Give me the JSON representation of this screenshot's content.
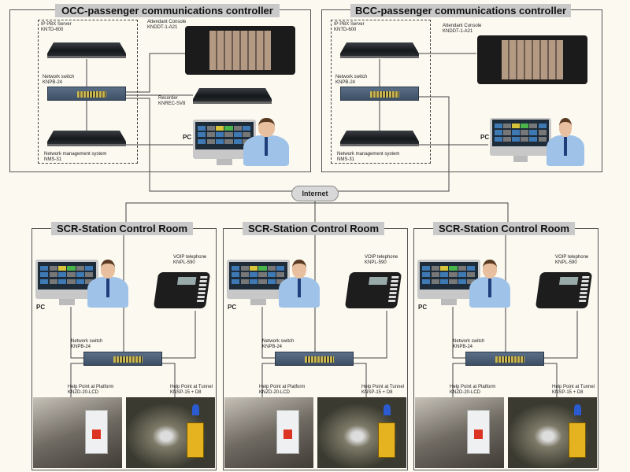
{
  "occ": {
    "title": "OCC-passenger communications controller",
    "ip_pbx": [
      "IP PBX Server",
      "KNTD-600"
    ],
    "console": [
      "Attendant Console",
      "KNDDT-1-A21"
    ],
    "switch": [
      "Network switch",
      "KNPB-24"
    ],
    "recorder": [
      "Recorder",
      "KNREC-SV8"
    ],
    "nms": [
      "Network management system",
      "NMS-31"
    ],
    "pc": "PC"
  },
  "bcc": {
    "title": "BCC-passenger communications controller",
    "ip_pbx": [
      "IP PBX Server",
      "KNTD-600"
    ],
    "console": [
      "Attendant Console",
      "KNDDT-1-A21"
    ],
    "switch": [
      "Network switch",
      "KNPB-24"
    ],
    "nms": [
      "Network management system",
      "NMS-31"
    ],
    "pc": "PC"
  },
  "internet": "Internet",
  "scr_rooms": [
    {
      "title": "SCR-Station Control Room",
      "pc": "PC",
      "phone": [
        "VOIP telephone",
        "KNPL-590"
      ],
      "switch": [
        "Network switch",
        "KNPB-24"
      ],
      "platform": [
        "Help Point at Platform",
        "KNZD-20-LCD"
      ],
      "tunnel": [
        "Help Point at Tunnel",
        "KNSP-15 + D8"
      ]
    },
    {
      "title": "SCR-Station Control Room",
      "pc": "PC",
      "phone": [
        "VOIP telephone",
        "KNPL-590"
      ],
      "switch": [
        "Network switch",
        "KNPB-24"
      ],
      "platform": [
        "Help Point at Platform",
        "KNZD-20-LCD"
      ],
      "tunnel": [
        "Help Point at Tunnel",
        "KNSP-15 + D8"
      ]
    },
    {
      "title": "SCR-Station Control Room",
      "pc": "PC",
      "phone": [
        "VOIP telephone",
        "KNPL-590"
      ],
      "switch": [
        "Network switch",
        "KNPB-24"
      ],
      "platform": [
        "Help Point at Platform",
        "KNZD-20-LCD"
      ],
      "tunnel": [
        "Help Point at Tunnel",
        "KNSP-15 + D8"
      ]
    }
  ]
}
